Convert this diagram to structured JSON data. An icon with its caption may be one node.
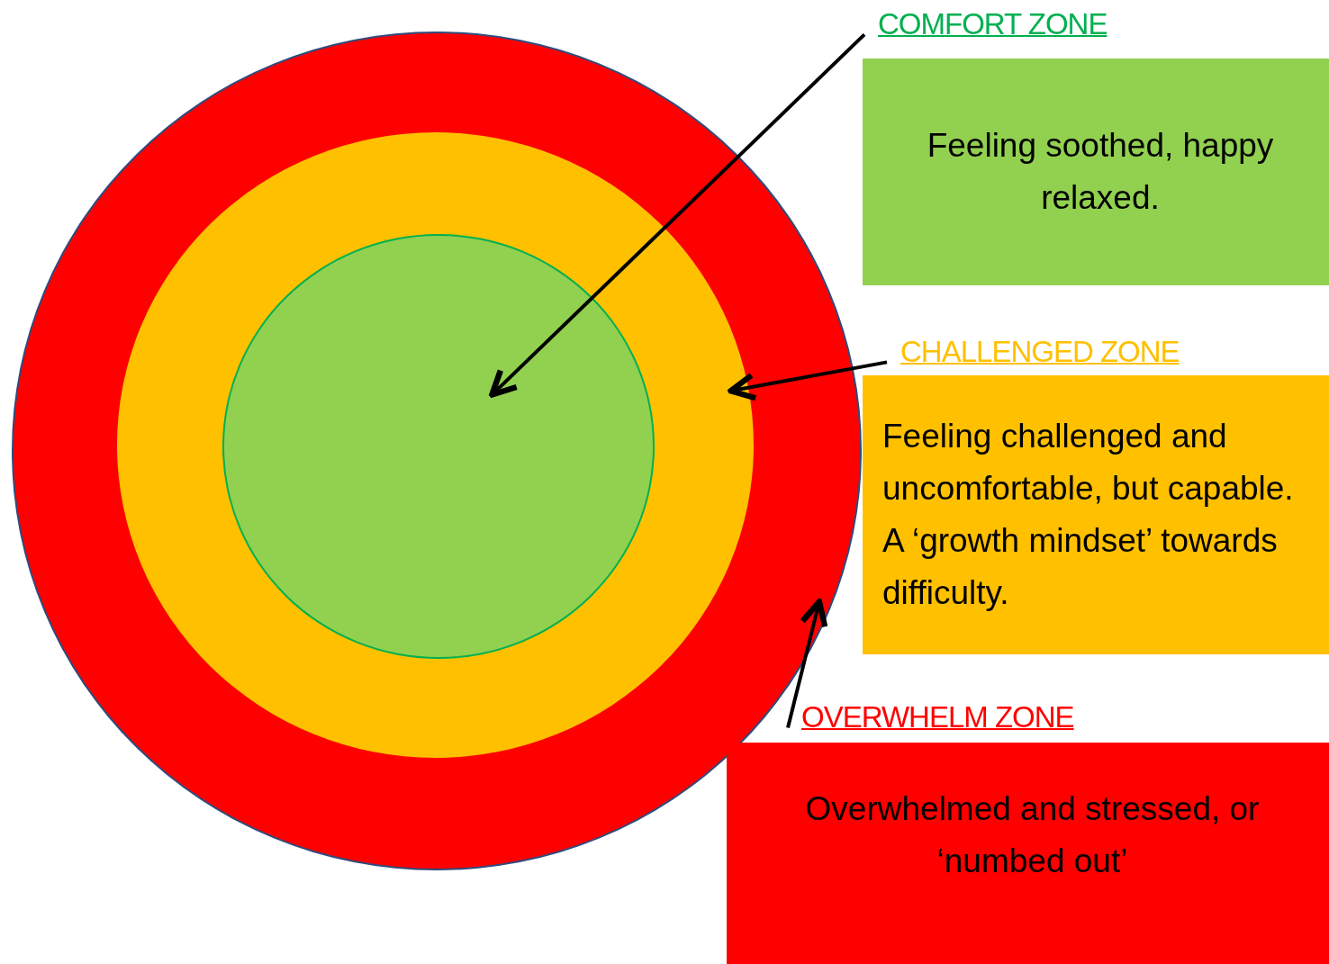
{
  "diagram": {
    "nodes": [
      {
        "text": [],
        "shape": "circle"
      },
      {
        "text": [],
        "shape": "circle",
        "in": 0
      },
      {
        "text": [],
        "shape": "circle",
        "in": 1
      },
      {
        "text": [
          "COMFORT ZONE",
          "Feeling soothed, happy relaxed."
        ]
      },
      {
        "text": [
          "CHALLENGED ZONE",
          "Feeling challenged and uncomfortable, but capable.",
          "A ‘growth mindset’ towards difficulty."
        ]
      },
      {
        "text": [
          "OVERWHELM ZONE",
          "Overwhelmed and stressed, or ‘numbed out’"
        ]
      }
    ],
    "edges": [
      {
        "from": 3,
        "to": 2,
        "arrow": "to"
      },
      {
        "from": 4,
        "to": 1,
        "arrow": "to"
      },
      {
        "from": 5,
        "to": 0,
        "arrow": "to"
      }
    ]
  }
}
